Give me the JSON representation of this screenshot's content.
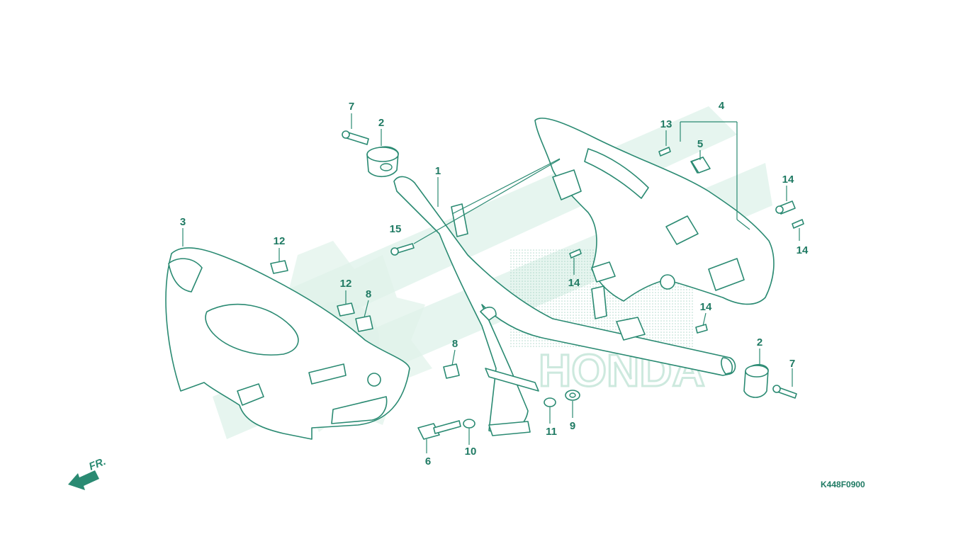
{
  "diagram": {
    "reference_code": "K448F0900",
    "front_indicator": "FR.",
    "watermark_text": "HONDA",
    "accent_color": "#2a8a72",
    "callouts": [
      {
        "id": "c1",
        "label": "1"
      },
      {
        "id": "c2a",
        "label": "2"
      },
      {
        "id": "c2b",
        "label": "2"
      },
      {
        "id": "c3",
        "label": "3"
      },
      {
        "id": "c4",
        "label": "4"
      },
      {
        "id": "c5",
        "label": "5"
      },
      {
        "id": "c6",
        "label": "6"
      },
      {
        "id": "c7a",
        "label": "7"
      },
      {
        "id": "c7b",
        "label": "7"
      },
      {
        "id": "c8a",
        "label": "8"
      },
      {
        "id": "c8b",
        "label": "8"
      },
      {
        "id": "c9",
        "label": "9"
      },
      {
        "id": "c10",
        "label": "10"
      },
      {
        "id": "c11",
        "label": "11"
      },
      {
        "id": "c12a",
        "label": "12"
      },
      {
        "id": "c12b",
        "label": "12"
      },
      {
        "id": "c13",
        "label": "13"
      },
      {
        "id": "c14a",
        "label": "14"
      },
      {
        "id": "c14b",
        "label": "14"
      },
      {
        "id": "c14c",
        "label": "14"
      },
      {
        "id": "c14d",
        "label": "14"
      },
      {
        "id": "c15",
        "label": "15"
      }
    ]
  }
}
